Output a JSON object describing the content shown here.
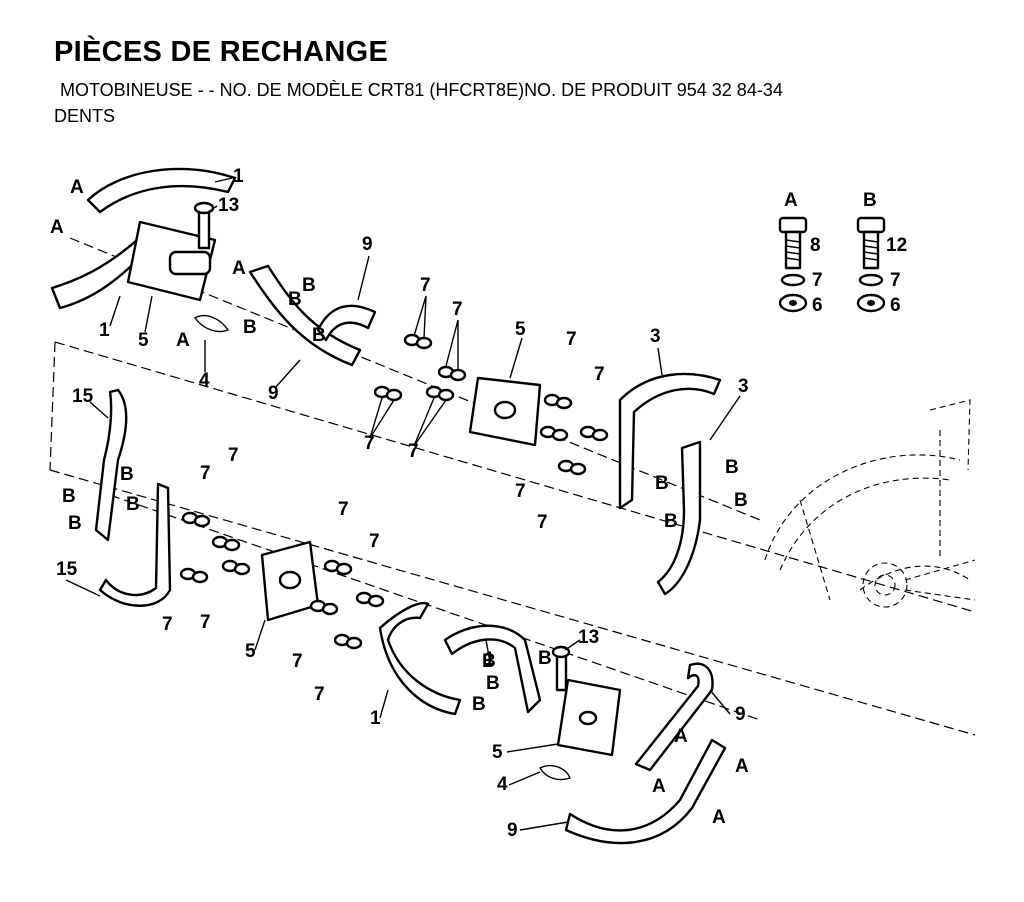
{
  "header": {
    "title": "PIÈCES DE RECHANGE",
    "subtitle": "MOTOBINEUSE - - NO.  DE MODÈLE CRT81 (HFCRT8E)NO. DE PRODUIT 954 32 84-34",
    "section": "DENTS"
  },
  "legend": {
    "group_a": {
      "letter": "A",
      "bolt": "8",
      "lock_washer": "7",
      "nut": "6"
    },
    "group_b": {
      "letter": "B",
      "bolt": "12",
      "lock_washer": "7",
      "nut": "6"
    }
  },
  "callouts": {
    "p1": "1",
    "p3": "3",
    "p4": "4",
    "p5": "5",
    "p6": "6",
    "p7": "7",
    "p8": "8",
    "p9": "9",
    "p12": "12",
    "p13": "13",
    "p15": "15",
    "ref_a": "A",
    "ref_b": "B"
  }
}
